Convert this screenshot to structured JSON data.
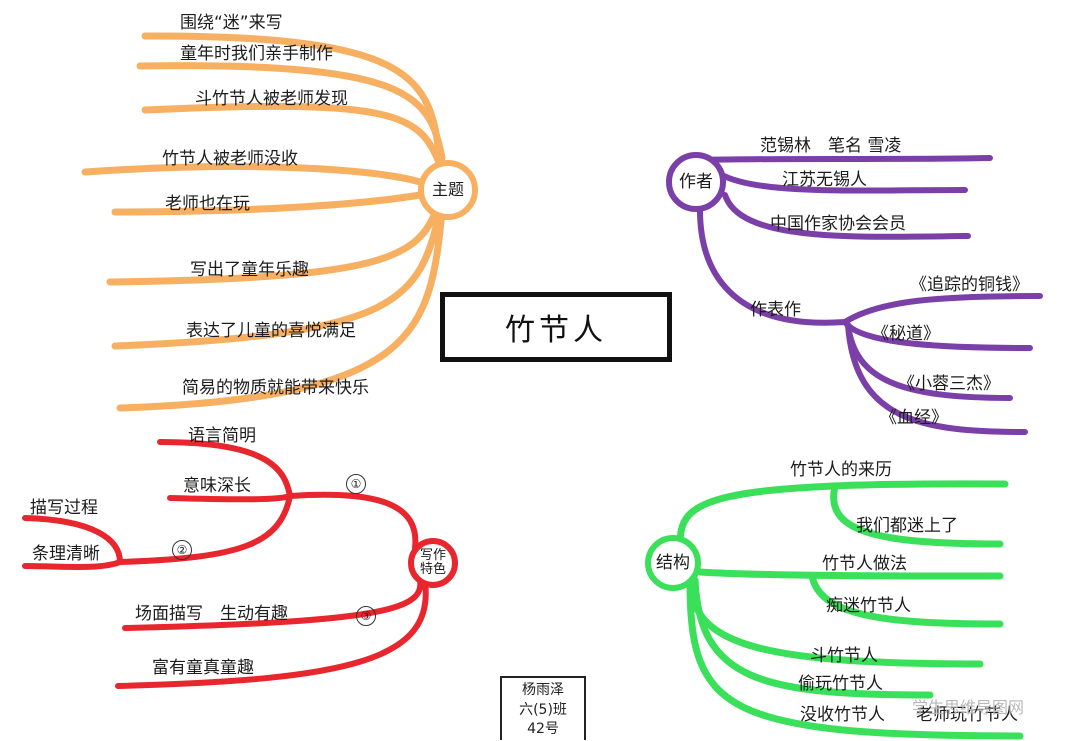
{
  "center": {
    "title": "竹节人"
  },
  "theme": {
    "color": "#f7b061",
    "node_label": "主题",
    "items": [
      "围绕“迷”来写",
      "童年时我们亲手制作",
      "斗竹节人被老师发现",
      "竹节人被老师没收",
      "老师也在玩",
      "写出了童年乐趣",
      "表达了儿童的喜悦满足",
      "简易的物质就能带来快乐"
    ]
  },
  "author": {
    "color": "#7b3fa8",
    "node_label": "作者",
    "items": [
      "范锡林　笔名 雪凌",
      "江苏无锡人",
      "中国作家协会会员"
    ],
    "works_label": "作表作",
    "works": [
      "《追踪的铜钱》",
      "《秘道》",
      "《小蓉三杰》",
      "《血经》"
    ]
  },
  "writing": {
    "color": "#e8262d",
    "node_label": "写作特色",
    "branch1_num": "①",
    "branch1": [
      "语言简明",
      "意味深长"
    ],
    "branch2_num": "②",
    "branch2": [
      "描写过程",
      "条理清晰"
    ],
    "branch3_num": "③",
    "branch3": "场面描写　生动有趣",
    "extra": "富有童真童趣"
  },
  "structure": {
    "color": "#3ae05a",
    "node_label": "结构",
    "groups": [
      {
        "head": "竹节人的来历",
        "sub": "我们都迷上了"
      },
      {
        "head": "竹节人做法",
        "sub": "痴迷竹节人"
      }
    ],
    "items": [
      "斗竹节人",
      "偷玩竹节人",
      "没收竹节人",
      "老师玩竹节人"
    ]
  },
  "signature": {
    "name": "杨雨泽",
    "class": "六(5)班",
    "number": "42号"
  },
  "watermark": "学生思维导图网"
}
